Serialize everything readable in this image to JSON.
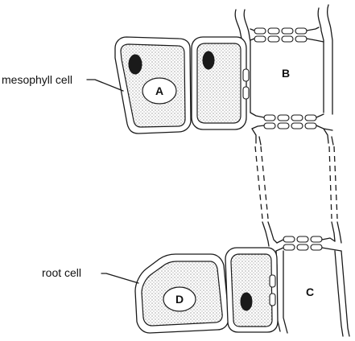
{
  "labels": {
    "mesophyll": "mesophyll cell",
    "root": "root cell"
  },
  "markers": {
    "a": "A",
    "b": "B",
    "c": "C",
    "d": "D"
  }
}
